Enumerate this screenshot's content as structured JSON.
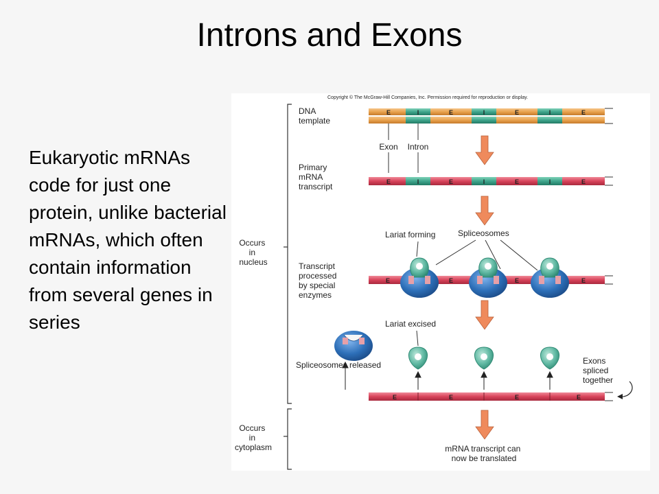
{
  "slide": {
    "title": "Introns and Exons",
    "body": "Eukaryotic mRNAs code for just one protein, unlike bacterial mRNAs, which often contain information from several genes in series"
  },
  "figure": {
    "copyright": "Copyright © The McGraw-Hill Companies, Inc. Permission required for reproduction or display.",
    "stages": {
      "dna": [
        "DNA",
        "template"
      ],
      "primary": [
        "Primary",
        "mRNA",
        "transcript"
      ],
      "processed": [
        "Transcript",
        "processed",
        "by special",
        "enzymes"
      ]
    },
    "labels": {
      "exon": "Exon",
      "intron": "Intron",
      "lariat_forming": "Lariat forming",
      "spliceosomes": "Spliceosomes",
      "lariat_excised": "Lariat excised",
      "spliceosomes_released": "Spliceosomes released",
      "exons_spliced": [
        "Exons",
        "spliced",
        "together"
      ],
      "translated": [
        "mRNA transcript can",
        "now be translated"
      ]
    },
    "brackets": {
      "nucleus": [
        "Occurs",
        "in",
        "nucleus"
      ],
      "cytoplasm": [
        "Occurs",
        "in",
        "cytoplasm"
      ]
    },
    "segments": {
      "exon_letter": "E",
      "intron_letter": "I"
    },
    "colors": {
      "dna_exon": "#e8a24e",
      "intron": "#3fa58c",
      "rna_exon": "#d8435a",
      "arrow": "#ef8a5c",
      "spliceosome": "#2d6fb8",
      "lariat": "#5fb8a2"
    }
  }
}
